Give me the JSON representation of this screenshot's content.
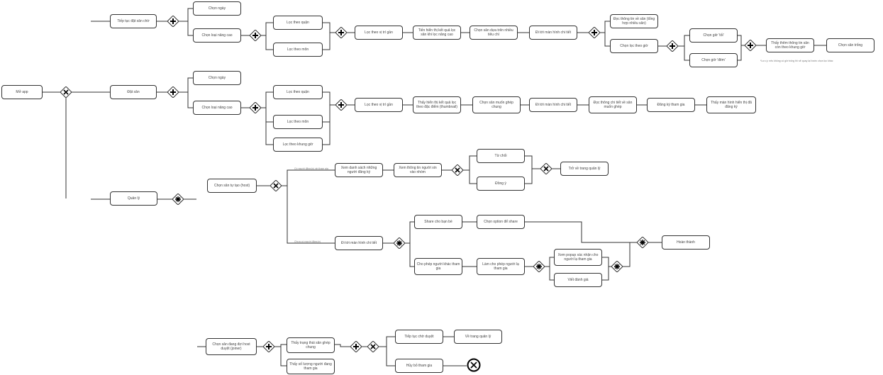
{
  "diagram": {
    "nodes": {
      "start": "Mở app",
      "continue_booking": "Tiếp tục đặt sân chờ",
      "pick_time_1": "Chọn ngày",
      "pick_time_2": "Chọn loại nâng cao",
      "filter_district_1": "Lọc theo quận",
      "filter_name_1": "Lọc theo môn",
      "filter_region_1": "Lọc theo vị trí gần",
      "show_result_1": "Tiến hiển thị kết quả lọc sân khi lọc nâng cao",
      "choose_court_1": "Chọn sân dựa trên nhiều tiêu chí",
      "go_detail_1": "Đi tới màn hình chi tiết",
      "read_info_1": "Đọc thông tin về sân (tổng hợp nhiều sân)",
      "choose_by_time": "Chọn lọc theo giờ",
      "choose_hour_1": "Chọn giờ 'tối'",
      "choose_hour_2": "Chọn giờ 'đêm'",
      "show_list_1": "Thấy thêm thông tin sân còn theo khung giờ",
      "choose_court_end": "Chọn sân trống",
      "book_court": "Đặt sân",
      "pick_time_3": "Chọn ngày",
      "pick_time_4": "Chọn loại nâng cao",
      "filter_district_2": "Lọc theo quận",
      "filter_name_2": "Lọc theo môn",
      "filter_timeslot": "Lọc theo khung giờ",
      "filter_region_2": "Lọc theo vị trí gần",
      "show_result_2": "Thấy hiển thị kết quả lọc theo đặc điểm (thumbnail)",
      "choose_court_2": "Chọn sân muốn ghép chung",
      "go_detail_2": "Đi tới màn hình chi tiết",
      "read_info_2": "Đọc thông chi tiết về sân muốn ghép",
      "register": "Đăng ký tham gia",
      "see_result": "Thấy màn hình hiển thị đã đăng ký",
      "manage": "Quản lý",
      "choose_host": "Chọn sân tự tạo (host)",
      "view_list": "Xem danh sách những người đăng ký",
      "view_user_info": "Xem thông tin người xin vào nhóm",
      "reject": "Từ chối",
      "accept": "Đồng ý",
      "back_manage_1": "Trở về trang quản lý",
      "go_detail_3": "Đi tới màn hình chi tiết",
      "share_link": "Share cho bạn bè",
      "choose_option": "Chọn option để share",
      "allow_join": "Cho phép người khác tham gia",
      "perm_join": "Làm cho phép người lạ tham gia",
      "view_popup": "Xem popup xác nhận cho người lạ tham gia",
      "write_comment": "Viết đánh giá",
      "done": "Hoàn thành",
      "choose_joined": "Chọn sân đang đợi host duyệt (joiner)",
      "see_status": "Thấy trạng thái sân ghép chung",
      "see_members": "Thấy số lượng người đang tham gia",
      "continue_wait": "Tiếp tục chờ duyệt",
      "back_manage_2": "Về trang quản lý",
      "cancel_join": "Hủy bỏ tham gia"
    },
    "edge_labels": {
      "host_branch_1": "Có người đăng ký xin tham gia",
      "host_branch_2": "Chưa có người đăng ký"
    },
    "notes": {
      "note_1": "*Lưu ý: nếu không có giờ trống thì sẽ quay lại bước chọn lọc khác"
    },
    "gateway_types": {
      "parallel": "plus",
      "exclusive": "x",
      "complex": "asterisk",
      "end": "end-event"
    }
  }
}
